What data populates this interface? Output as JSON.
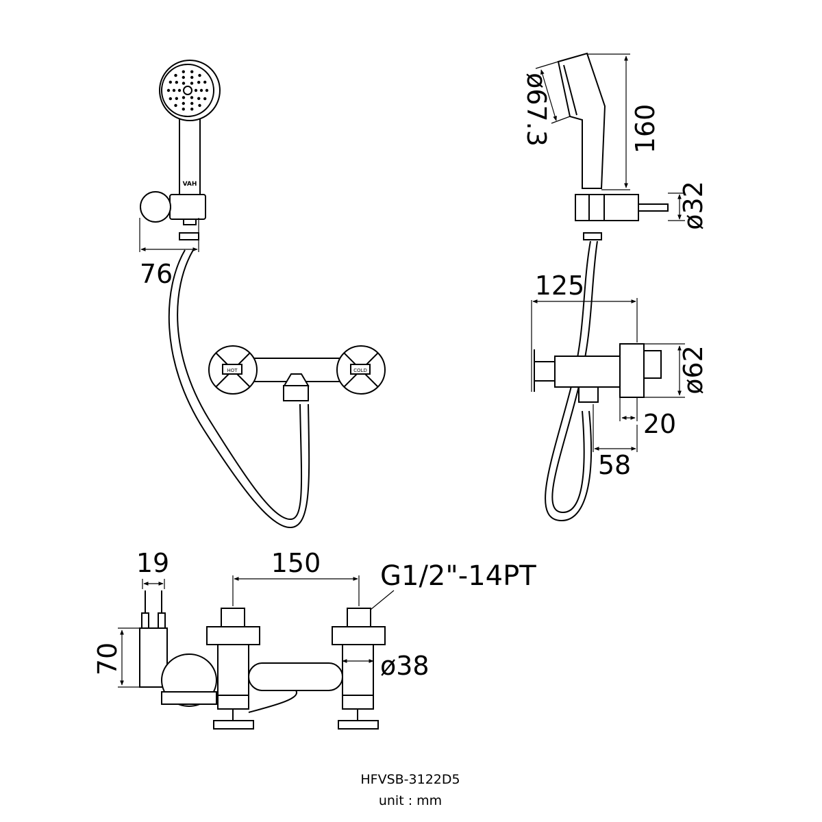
{
  "dimensions": {
    "holder_width": "76",
    "head_diameter": "ø67.3",
    "handset_length": "160",
    "holder_diameter": "ø32",
    "projection": "125",
    "body_diameter": "ø62",
    "flange_depth": "20",
    "outlet_offset": "58",
    "holder_depth": "19",
    "holder_height": "70",
    "centers": "150",
    "thread": "G1/2\"-14PT",
    "body_pipe_diameter": "ø38"
  },
  "handset_logo": "VAH",
  "handle_labels": {
    "hot": "HOT",
    "cold": "COLD"
  },
  "model": "HFVSB-3122D5",
  "unit": "unit : mm"
}
